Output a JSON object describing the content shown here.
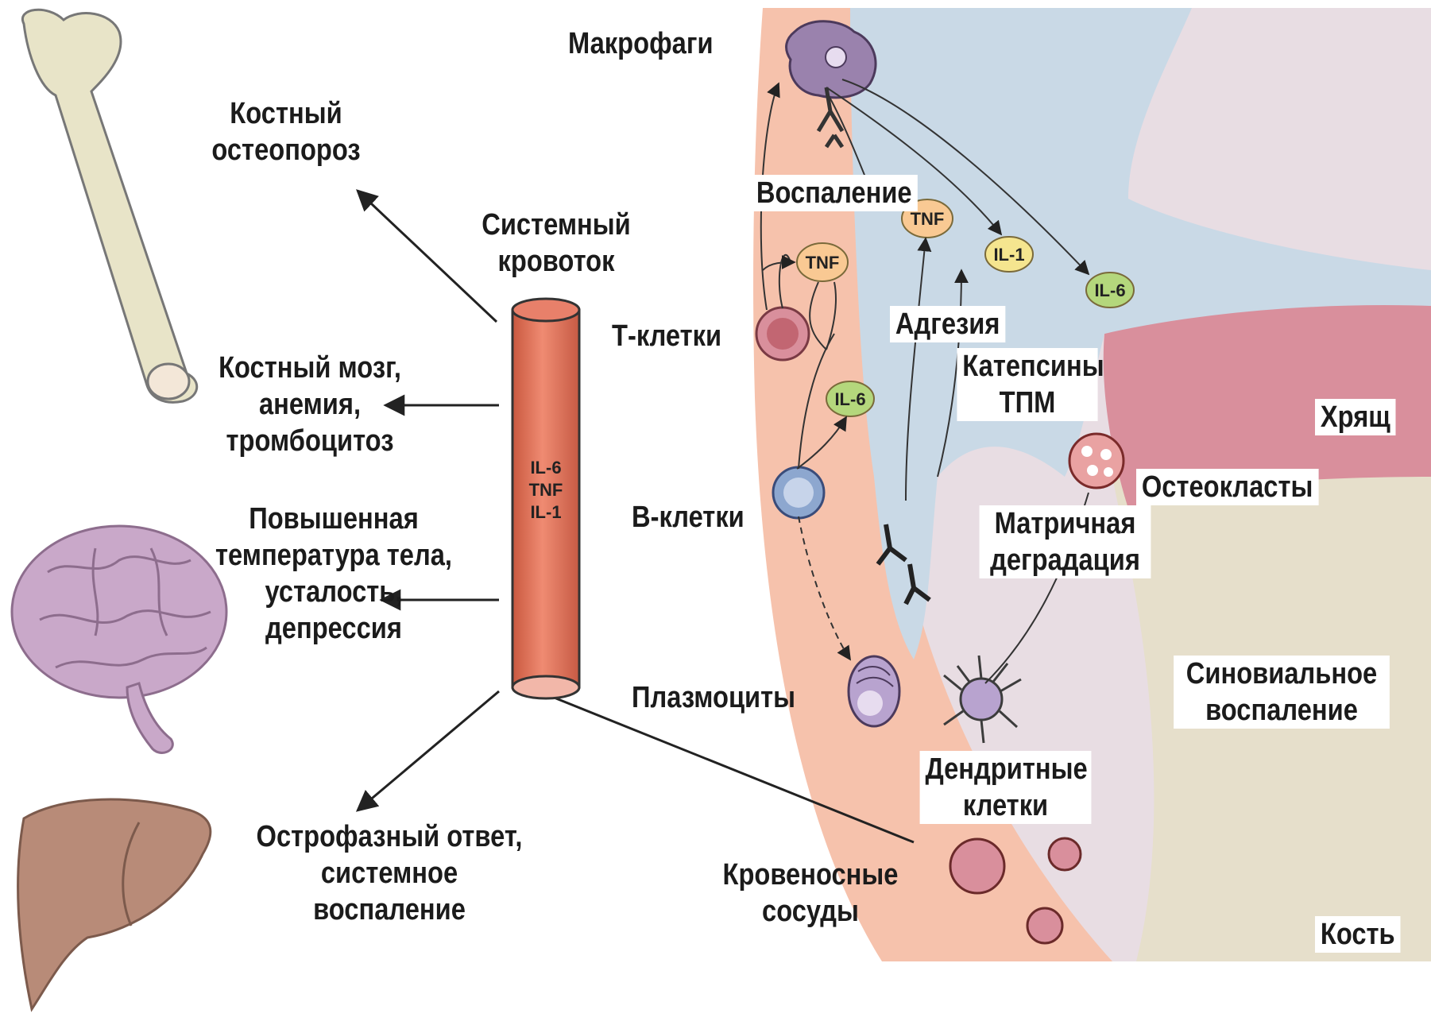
{
  "labels": {
    "bone_osteoporosis": "Костный\nостеопороз",
    "systemic_circulation": "Системный\nкровоток",
    "bone_marrow": "Костный мозг,\nанемия,\nтромбоцитоз",
    "fever": "Повышенная\nтемпература тела,\nусталость,\nдепрессия",
    "acute_phase": "Острофазный ответ,\nсистемное\nвоспаление",
    "macrophages": "Макрофаги",
    "inflammation": "Воспаление",
    "t_cells": "Т-клетки",
    "b_cells": "В-клетки",
    "plasmocytes": "Плазмоциты",
    "adhesion": "Адгезия",
    "cathepsins": "Катепсины\nТПМ",
    "cartilage": "Хрящ",
    "osteoclasts": "Остеокласты",
    "matrix_degradation": "Матричная\nдеградация",
    "synovial_inflammation": "Синовиальное\nвоспаление",
    "dendritic_cells": "Дендритные\nклетки",
    "blood_vessels": "Кровеносные\nсосуды",
    "bone": "Кость"
  },
  "vessel_cytokines": "IL-6\nTNF\nIL-1",
  "cytokines": {
    "tnf": "TNF",
    "il1": "IL-1",
    "il6": "IL-6"
  },
  "colors": {
    "tissue": "#f6c2ac",
    "fluid": "#c9d9e6",
    "cartilage": "#d98f9c",
    "bone": "#e6dfcb",
    "joint": "#e8dde3",
    "vessel": "#e8806a",
    "tnf_badge": "#f9c993",
    "il1_badge": "#f5e58f",
    "il6_badge": "#b4d77c",
    "brain": "#c9a8c9",
    "liver": "#b88b78",
    "femur": "#e8e4c8"
  }
}
